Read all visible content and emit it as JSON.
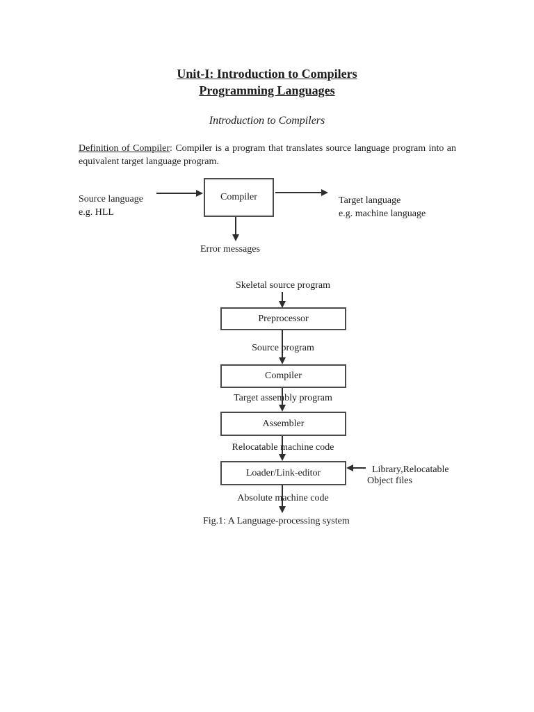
{
  "document": {
    "title_line1": "Unit-I: Introduction to Compilers",
    "title_line2": "Programming Languages",
    "subtitle": "Introduction to Compilers",
    "definition_label": "Definition of Compiler",
    "definition_rest": ": Compiler is a program that translates source language program into an equivalent target language program."
  },
  "diagram1": {
    "box": "Compiler",
    "input_line1": "Source language",
    "input_line2": "e.g. HLL",
    "output_line1": "Target language",
    "output_line2": "e.g. machine language",
    "below_label": "Error messages"
  },
  "diagram2": {
    "top_label": "Skeletal source program",
    "boxes": [
      "Preprocessor",
      "Compiler",
      "Assembler",
      "Loader/Link-editor"
    ],
    "edge_labels": [
      "Source program",
      "Target assembly program",
      "Relocatable machine code",
      "Absolute machine code"
    ],
    "side_input_line1": "Library,Relocatable",
    "side_input_line2": "Object files",
    "caption": "Fig.1: A Language-processing system"
  },
  "colors": {
    "text": "#1c1c1c",
    "line": "#2e2e2e",
    "box_border": "#4a4a4a",
    "background": "#ffffff"
  }
}
